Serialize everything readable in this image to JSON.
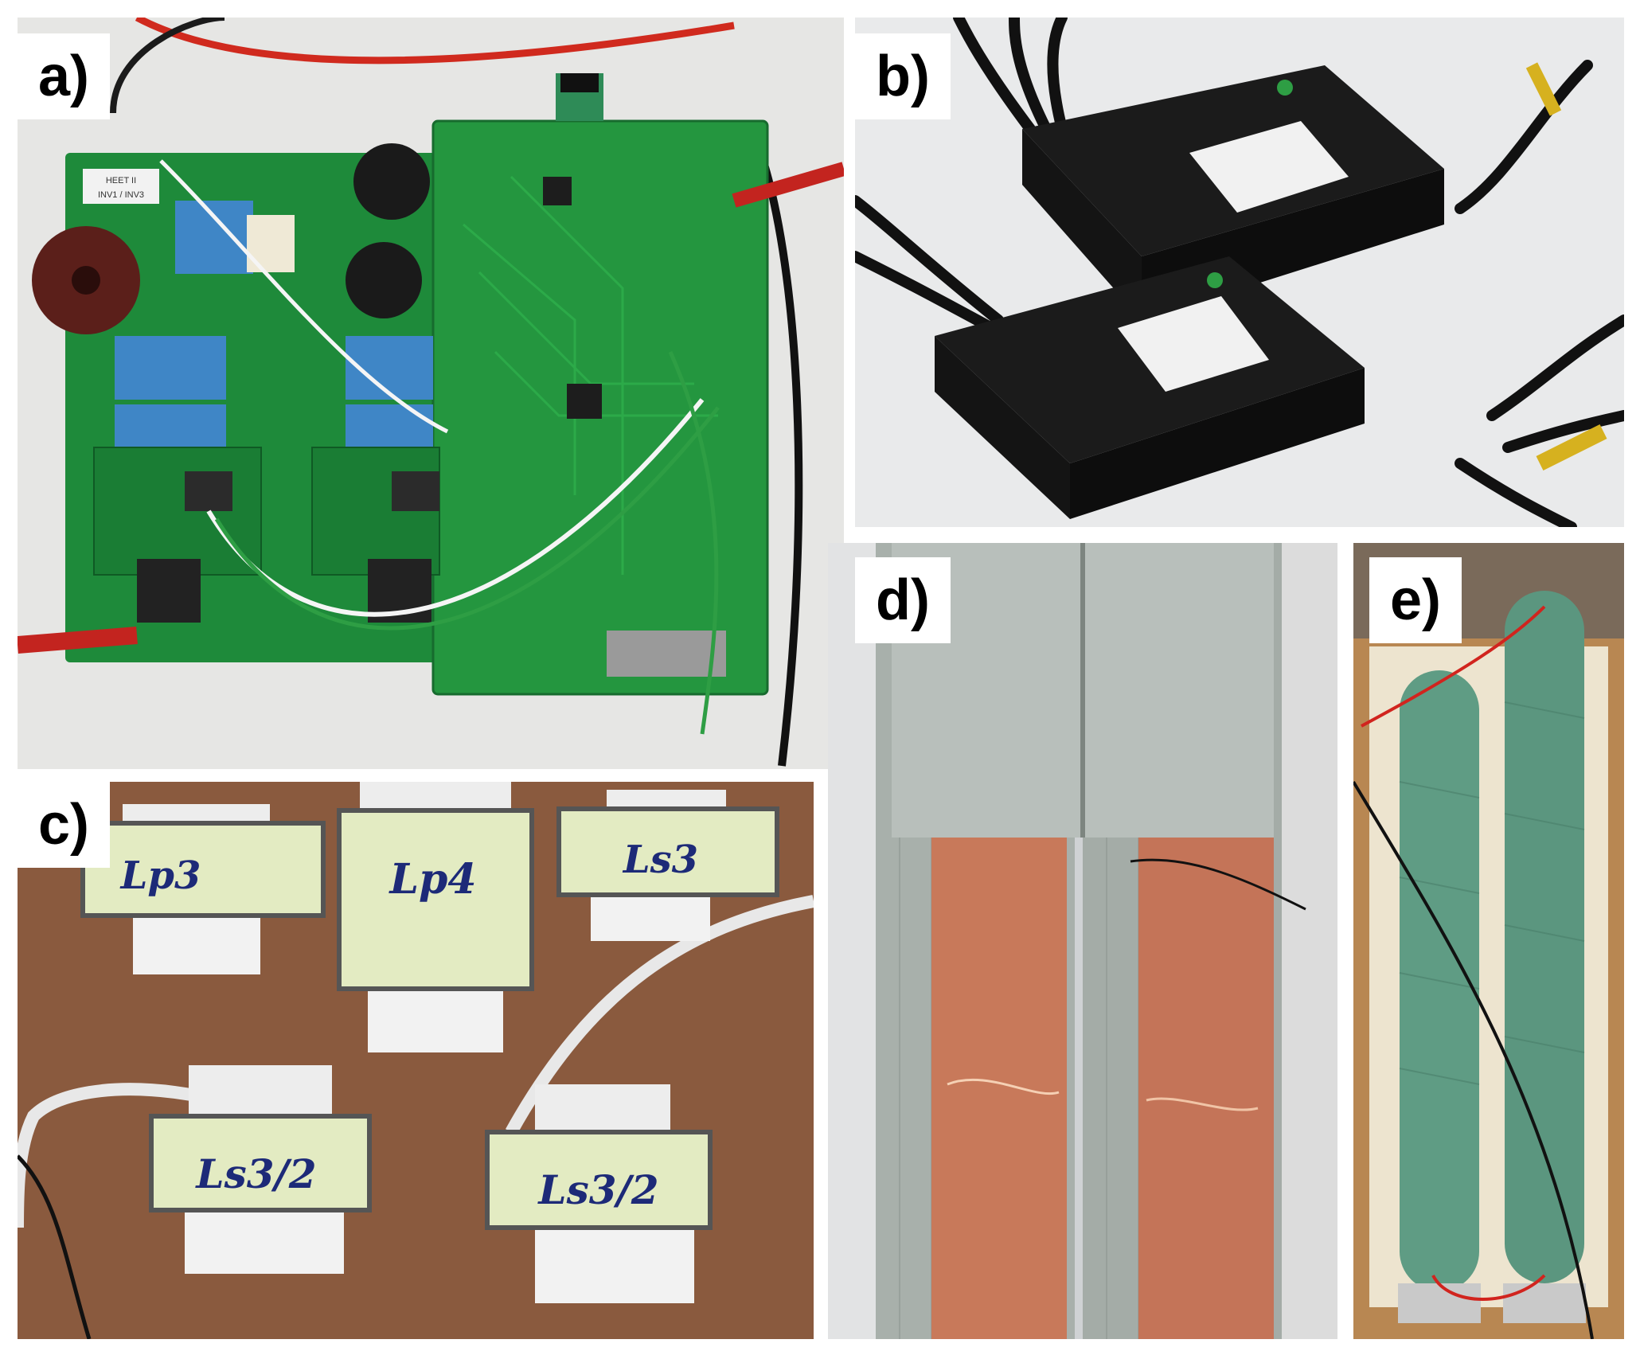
{
  "figure": {
    "panels": [
      {
        "label": "a)",
        "subject": "power converter PCB with control board"
      },
      {
        "label": "b)",
        "subject": "two black potted modules with cables"
      },
      {
        "label": "c)",
        "subject": "five inductors"
      },
      {
        "label": "d)",
        "subject": "copper foil strips on grey substrate"
      },
      {
        "label": "e)",
        "subject": "two green wirewound resistors"
      }
    ],
    "pcb": {
      "silkscreen_line1": "HEET II",
      "silkscreen_line2": "INV1 / INV3"
    },
    "inductors": [
      {
        "label": "Lp3"
      },
      {
        "label": "Lp4"
      },
      {
        "label": "Ls3"
      },
      {
        "label": "Ls3/2"
      },
      {
        "label": "Ls3/2"
      }
    ]
  },
  "colors": {
    "pcb_green": "#1e8a3a",
    "capacitor_blue": "#3f86c6",
    "module_black": "#141414",
    "copper": "#c8795a",
    "resistor_green": "#5f9c84",
    "inductor_tape": "#e3ebc2",
    "wood": "#8a5a3e"
  }
}
